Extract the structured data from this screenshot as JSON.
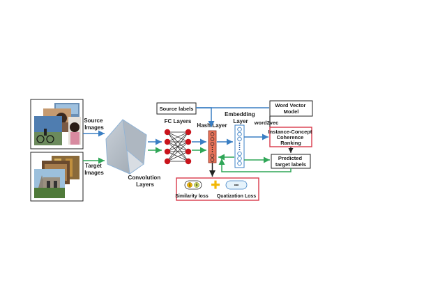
{
  "labels": {
    "source_images": [
      "Source",
      "Images"
    ],
    "target_images": [
      "Target",
      "Images"
    ],
    "convolution_layers": [
      "Convolution",
      "Layers"
    ],
    "fc_layers": "FC Layers",
    "hash_layer": "Hash Layer",
    "embedding_layer": [
      "Embedding",
      "Layer"
    ],
    "source_labels": "Source labels",
    "word_vector_model": [
      "Word Vector",
      "Model"
    ],
    "word2vec": "word2vec",
    "ranking": [
      "Instance-Concept",
      "Coherence",
      "Ranking"
    ],
    "predicted": [
      "Predicted",
      "target labels"
    ],
    "similarity_loss": "Similarity loss",
    "quantization_loss": "Quatization Loss",
    "bit_one": "1",
    "bit_zero": "0",
    "dots": "•••"
  },
  "colors": {
    "source_arrow": "#3a7fc4",
    "target_arrow": "#2fa657",
    "highlight_border": "#d9384a",
    "fc_node": "#c9141c",
    "hash_layer_fill": "#e8735a",
    "embedding_node": "#3a7fc4",
    "plus": "#f2b705",
    "conv_block": "#b9c2cc"
  },
  "icons": {
    "source_thumbnails": "photo-stack-source-icon",
    "target_thumbnails": "photo-stack-target-icon",
    "plus": "plus-icon"
  }
}
